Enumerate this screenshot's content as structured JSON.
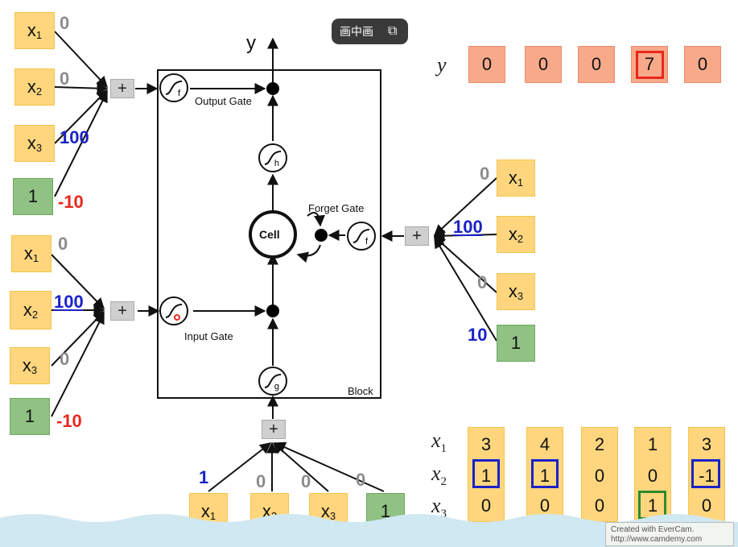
{
  "output": {
    "y_label": "y",
    "row_label": "y",
    "values": [
      "0",
      "0",
      "0",
      "7",
      "0"
    ],
    "highlight_index": 3,
    "highlight_color": "#e8281c"
  },
  "block": {
    "cell_label": "Cell",
    "output_gate_label": "Output Gate",
    "forget_gate_label": "Forget Gate",
    "input_gate_label": "Input Gate",
    "block_label": "Block",
    "gate_f": "f",
    "gate_h": "h",
    "gate_g": "g"
  },
  "output_gate_inputs": {
    "plus": "+",
    "inputs": [
      {
        "name": "x",
        "sub": "1",
        "weight": "0"
      },
      {
        "name": "x",
        "sub": "2",
        "weight": "0"
      },
      {
        "name": "x",
        "sub": "3",
        "weight": "100"
      },
      {
        "name": "1",
        "sub": "",
        "weight": "-10"
      }
    ]
  },
  "input_gate_inputs": {
    "plus": "+",
    "inputs": [
      {
        "name": "x",
        "sub": "1",
        "weight": "0"
      },
      {
        "name": "x",
        "sub": "2",
        "weight": "100"
      },
      {
        "name": "x",
        "sub": "3",
        "weight": "0"
      },
      {
        "name": "1",
        "sub": "",
        "weight": "-10"
      }
    ]
  },
  "forget_gate_inputs": {
    "plus": "+",
    "inputs": [
      {
        "name": "x",
        "sub": "1",
        "weight": "0"
      },
      {
        "name": "x",
        "sub": "2",
        "weight": "100"
      },
      {
        "name": "x",
        "sub": "3",
        "weight": "0"
      },
      {
        "name": "1",
        "sub": "",
        "weight": "10"
      }
    ]
  },
  "cell_inputs": {
    "plus": "+",
    "inputs": [
      {
        "name": "x",
        "sub": "1",
        "weight": "1"
      },
      {
        "name": "x",
        "sub": "2",
        "weight": "0"
      },
      {
        "name": "x",
        "sub": "3",
        "weight": "0"
      },
      {
        "name": "1",
        "sub": "",
        "weight": "0"
      }
    ]
  },
  "sequence": {
    "row_labels": [
      {
        "name": "x",
        "sub": "1"
      },
      {
        "name": "x",
        "sub": "2"
      },
      {
        "name": "x",
        "sub": "3"
      }
    ],
    "columns": [
      [
        "3",
        "1",
        "0"
      ],
      [
        "4",
        "1",
        "0"
      ],
      [
        "2",
        "0",
        "0"
      ],
      [
        "1",
        "0",
        "1"
      ],
      [
        "3",
        "-1",
        "0"
      ]
    ],
    "blue_highlight_color": "#1a22c8",
    "green_highlight_color": "#2e8b2e"
  },
  "overlay": {
    "pip_label": "画中画",
    "watermark_line1": "Created with EverCam.",
    "watermark_line2": "http://www.camdemy.com"
  }
}
